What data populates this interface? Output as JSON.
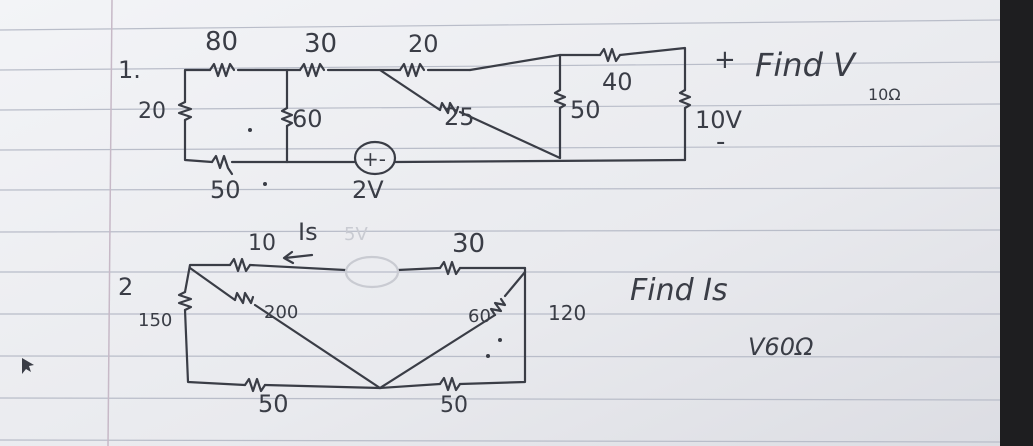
{
  "problem1": {
    "number": "1.",
    "r_top": [
      "80",
      "30",
      "20"
    ],
    "r_40": "40",
    "r_left": "20",
    "r_mid": "60",
    "r_diag": "25",
    "r_50": "50",
    "r_10": "10V",
    "r_bottom": "50",
    "source": "2V",
    "source_symbol": "+-",
    "plus": "+",
    "minus": "-",
    "task": "Find V",
    "task_sub": "10Ω"
  },
  "problem2": {
    "number": "2",
    "current_label": "Is",
    "source_faint": "5V",
    "r_top_left": "10",
    "r_top_right": "30",
    "r_left": "150",
    "r_diag": "200",
    "r_60": "60",
    "r_120": "120",
    "r_bottom_left": "50",
    "r_bottom_right": "50",
    "task_line1": "Find Is",
    "task_line2": "V60Ω"
  },
  "colors": {
    "ink": "#3a3d46",
    "paper": "#ecedf1",
    "rule": "#b9bdc9",
    "margin": "#c7b9c7",
    "edge": "#1e1e20"
  },
  "icons": [
    "mouse-pointer-icon"
  ]
}
